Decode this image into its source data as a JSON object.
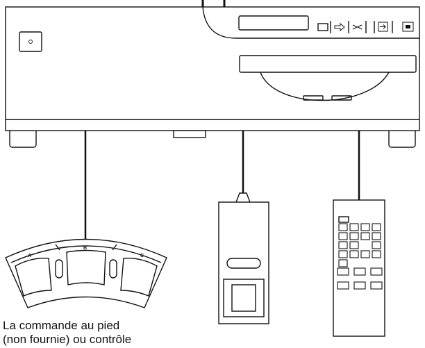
{
  "labels": {
    "pedal_a": "A",
    "pedal_b": "B",
    "pedal_c": "C"
  },
  "caption": {
    "line1": "La commande au pied",
    "line2": "(non fournie) ou contrôle"
  },
  "colors": {
    "stroke": "#111111",
    "background": "#ffffff"
  },
  "icons": [
    "power-icon",
    "stop-icon",
    "feed-icon",
    "cut-icon",
    "input-select-icon",
    "screen-icon"
  ]
}
